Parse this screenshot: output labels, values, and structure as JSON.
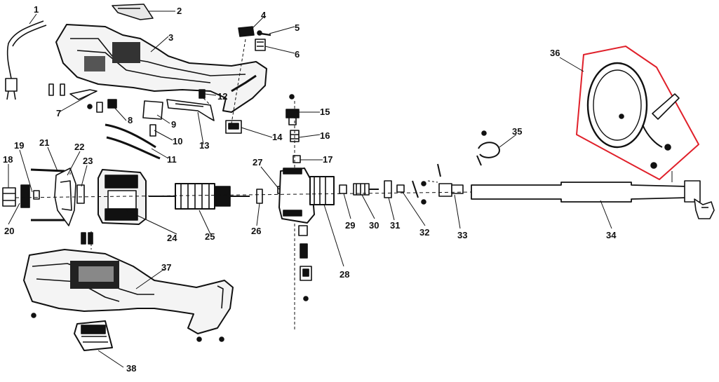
{
  "diagram": {
    "type": "exploded-parts-view",
    "highlight_color": "#e0202a",
    "line_color": "#111111",
    "parts": [
      {
        "num": "1"
      },
      {
        "num": "2"
      },
      {
        "num": "3"
      },
      {
        "num": "4"
      },
      {
        "num": "5"
      },
      {
        "num": "6"
      },
      {
        "num": "7"
      },
      {
        "num": "8"
      },
      {
        "num": "9"
      },
      {
        "num": "10"
      },
      {
        "num": "11"
      },
      {
        "num": "12"
      },
      {
        "num": "13"
      },
      {
        "num": "14"
      },
      {
        "num": "15"
      },
      {
        "num": "16"
      },
      {
        "num": "17"
      },
      {
        "num": "18"
      },
      {
        "num": "19"
      },
      {
        "num": "20"
      },
      {
        "num": "21"
      },
      {
        "num": "22"
      },
      {
        "num": "23"
      },
      {
        "num": "24"
      },
      {
        "num": "25"
      },
      {
        "num": "26"
      },
      {
        "num": "27"
      },
      {
        "num": "28"
      },
      {
        "num": "29"
      },
      {
        "num": "30"
      },
      {
        "num": "31"
      },
      {
        "num": "32"
      },
      {
        "num": "33"
      },
      {
        "num": "34"
      },
      {
        "num": "35"
      },
      {
        "num": "36"
      },
      {
        "num": "37"
      },
      {
        "num": "38"
      }
    ],
    "highlighted_part": "36"
  }
}
